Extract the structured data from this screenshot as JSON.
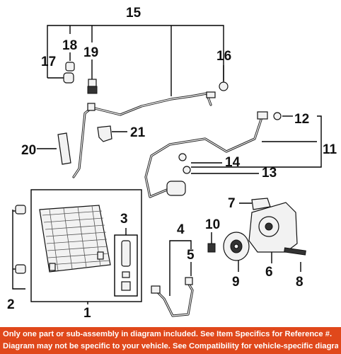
{
  "callouts": {
    "c1": "1",
    "c2": "2",
    "c3": "3",
    "c4": "4",
    "c5": "5",
    "c6": "6",
    "c7": "7",
    "c8": "8",
    "c9": "9",
    "c10": "10",
    "c11": "11",
    "c12": "12",
    "c13": "13",
    "c14": "14",
    "c15": "15",
    "c16": "16",
    "c17": "17",
    "c18": "18",
    "c19": "19",
    "c20": "20",
    "c21": "21"
  },
  "footer": {
    "line1": "Only one part or sub-assembly in diagram included. See Item Specifics for Reference #.",
    "line2": "Diagram may not be specific to your vehicle. See Compatibility for vehicle-specific diagrams."
  },
  "colors": {
    "footer_bg": "#e0481b",
    "footer_text": "#ffffff",
    "line": "#000000"
  }
}
